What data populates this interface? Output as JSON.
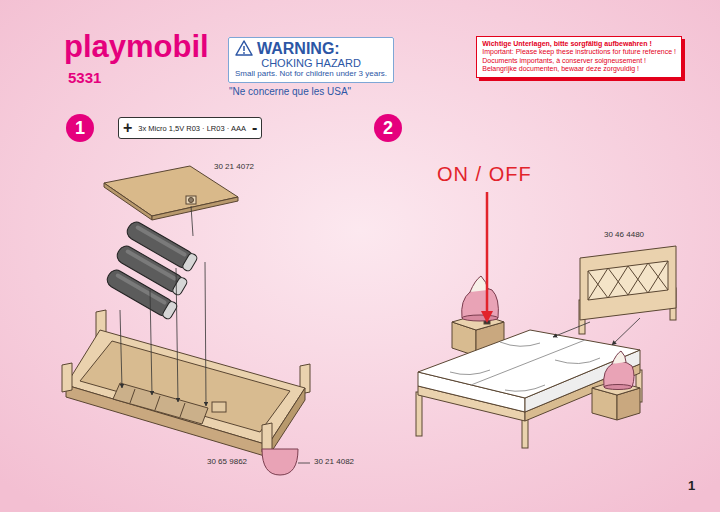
{
  "diagram": {
    "nodes": [
      {
        "text": [
          "WARNING:",
          "CHOKING HAZARD",
          "Small parts. Not for children under 3 years."
        ]
      },
      {
        "text": [
          "Wichtige Unterlagen, bitte sorgfältig aufbewahren !",
          "Important: Please keep these instructions for future reference !",
          "Documents importants, à conserver soigneusement !",
          "Belangrijke documenten, bewaar deze zorgvuldig !"
        ]
      },
      {
        "text": [
          "1"
        ]
      },
      {
        "text": [
          "+",
          "3x Micro 1,5V R03 · LR03 · AAA",
          "-"
        ]
      },
      {
        "text": [
          "2"
        ]
      }
    ],
    "labels": [
      "playmobil",
      "5331",
      "\"Ne concerne que les USA\"",
      "30 21 4072",
      "30 65 9862",
      "30 21 4082",
      "ON / OFF",
      "30 46 4480",
      "1"
    ]
  }
}
